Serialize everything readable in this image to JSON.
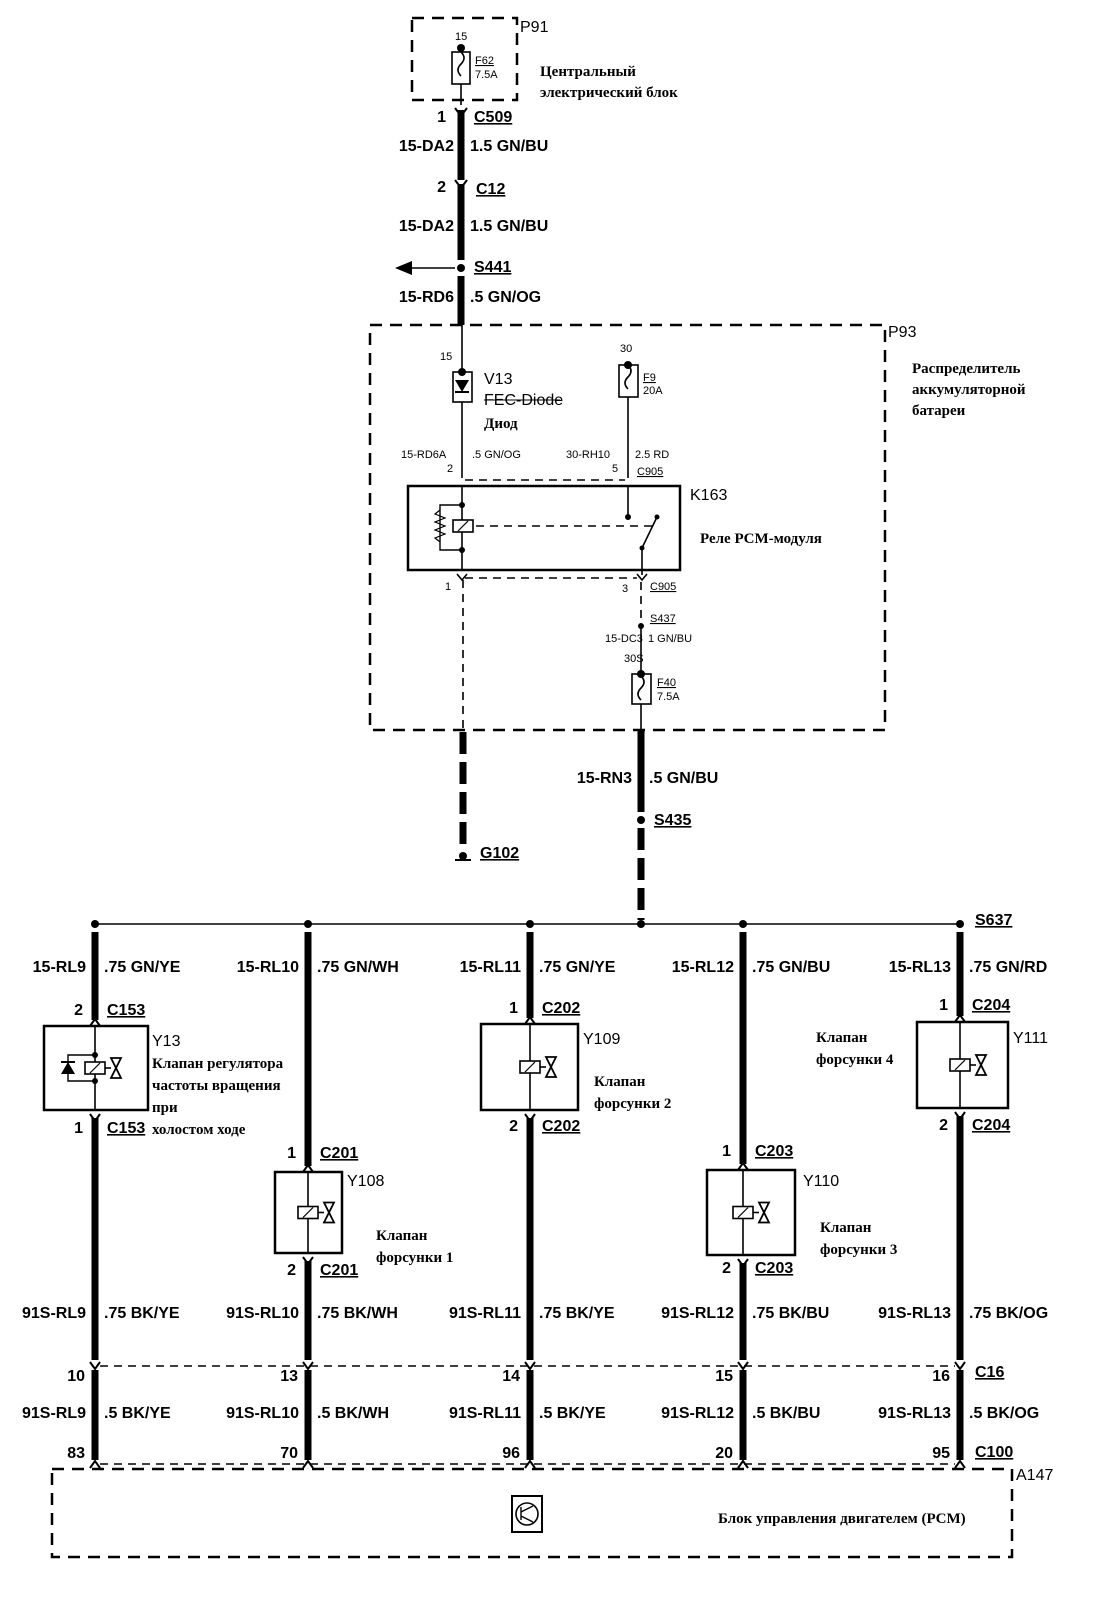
{
  "modules": {
    "p91": {
      "id": "P91",
      "name_ru": [
        "Центральный",
        "электрический блок"
      ],
      "fuse": {
        "pin": "15",
        "id": "F62",
        "rating": "7.5A"
      }
    },
    "p93": {
      "id": "P93",
      "name_ru": [
        "Распределитель",
        "аккумуляторной",
        "батареи"
      ]
    },
    "a147": {
      "id": "A147",
      "name_ru": "Блок управления двигателем (PCM)"
    }
  },
  "main_feed": [
    {
      "pin": "1",
      "connector": "C509"
    },
    {
      "circuit": "15-DA2",
      "wire": "1.5 GN/BU"
    },
    {
      "pin": "2",
      "connector": "C12"
    },
    {
      "circuit": "15-DA2",
      "wire": "1.5 GN/BU"
    },
    {
      "splice": "S441"
    },
    {
      "circuit": "15-RD6",
      "wire": ".5 GN/OG"
    }
  ],
  "p93_internal": {
    "diode": {
      "pin": "15",
      "id": "V13",
      "label_en": "FEC-Diode",
      "label_ru": "Диод"
    },
    "fuse_f9": {
      "pin": "30",
      "id": "F9",
      "rating": "20A"
    },
    "left_wire": {
      "circuit": "15-RD6A",
      "wire": ".5 GN/OG",
      "pin": "2"
    },
    "right_wire": {
      "circuit": "30-RH10",
      "wire": "2.5 RD",
      "pin": "5",
      "connector": "C905"
    },
    "relay": {
      "id": "K163",
      "name_ru": "Реле PCM-модуля",
      "pin_left": "1",
      "pin_right": "3",
      "connector": "C905"
    },
    "splice": "S437",
    "dc_wire": {
      "circuit": "15-DC3",
      "extra": "30S",
      "wire": "1 GN/BU"
    },
    "fuse_f40": {
      "id": "F40",
      "rating": "7.5A"
    }
  },
  "ground": "G102",
  "feed_out": {
    "circuit": "15-RN3",
    "wire": ".5 GN/BU",
    "splice": "S435"
  },
  "bus_splice": "S637",
  "branches": [
    {
      "top_circuit": "15-RL9",
      "top_wire": ".75 GN/YE",
      "comp_id": "Y13",
      "in_pin": "2",
      "in_conn": "C153",
      "out_pin": "1",
      "out_conn": "C153",
      "desc_ru": [
        "Клапан регулятора",
        "частоты вращения",
        " при",
        "холостом ходе"
      ],
      "bot_circuit": "91S-RL9",
      "bot_wire": ".75 BK/YE",
      "c16_pin": "10",
      "pcm_circuit": "91S-RL9",
      "pcm_wire": ".5 BK/YE",
      "c100_pin": "83"
    },
    {
      "top_circuit": "15-RL10",
      "top_wire": ".75 GN/WH",
      "comp_id": "Y108",
      "in_pin": "1",
      "in_conn": "C201",
      "out_pin": "2",
      "out_conn": "C201",
      "desc_ru": [
        "Клапан",
        "форсунки 1"
      ],
      "bot_circuit": "91S-RL10",
      "bot_wire": ".75 BK/WH",
      "c16_pin": "13",
      "pcm_circuit": "91S-RL10",
      "pcm_wire": ".5 BK/WH",
      "c100_pin": "70"
    },
    {
      "top_circuit": "15-RL11",
      "top_wire": ".75 GN/YE",
      "comp_id": "Y109",
      "in_pin": "1",
      "in_conn": "C202",
      "out_pin": "2",
      "out_conn": "C202",
      "desc_ru": [
        "Клапан",
        "форсунки 2"
      ],
      "bot_circuit": "91S-RL11",
      "bot_wire": ".75 BK/YE",
      "c16_pin": "14",
      "pcm_circuit": "91S-RL11",
      "pcm_wire": ".5 BK/YE",
      "c100_pin": "96"
    },
    {
      "top_circuit": "15-RL12",
      "top_wire": ".75 GN/BU",
      "comp_id": "Y110",
      "in_pin": "1",
      "in_conn": "C203",
      "out_pin": "2",
      "out_conn": "C203",
      "desc_ru": [
        "Клапан",
        "форсунки 3"
      ],
      "bot_circuit": "91S-RL12",
      "bot_wire": ".75 BK/BU",
      "c16_pin": "15",
      "pcm_circuit": "91S-RL12",
      "pcm_wire": ".5 BK/BU",
      "c100_pin": "20"
    },
    {
      "top_circuit": "15-RL13",
      "top_wire": ".75 GN/RD",
      "comp_id": "Y111",
      "in_pin": "1",
      "in_conn": "C204",
      "out_pin": "2",
      "out_conn": "C204",
      "desc_ru": [
        "Клапан",
        "форсунки 4"
      ],
      "bot_circuit": "91S-RL13",
      "bot_wire": ".75 BK/OG",
      "c16_pin": "16",
      "pcm_circuit": "91S-RL13",
      "pcm_wire": ".5 BK/OG",
      "c100_pin": "95"
    }
  ],
  "connectors": {
    "c16": "C16",
    "c100": "C100"
  }
}
